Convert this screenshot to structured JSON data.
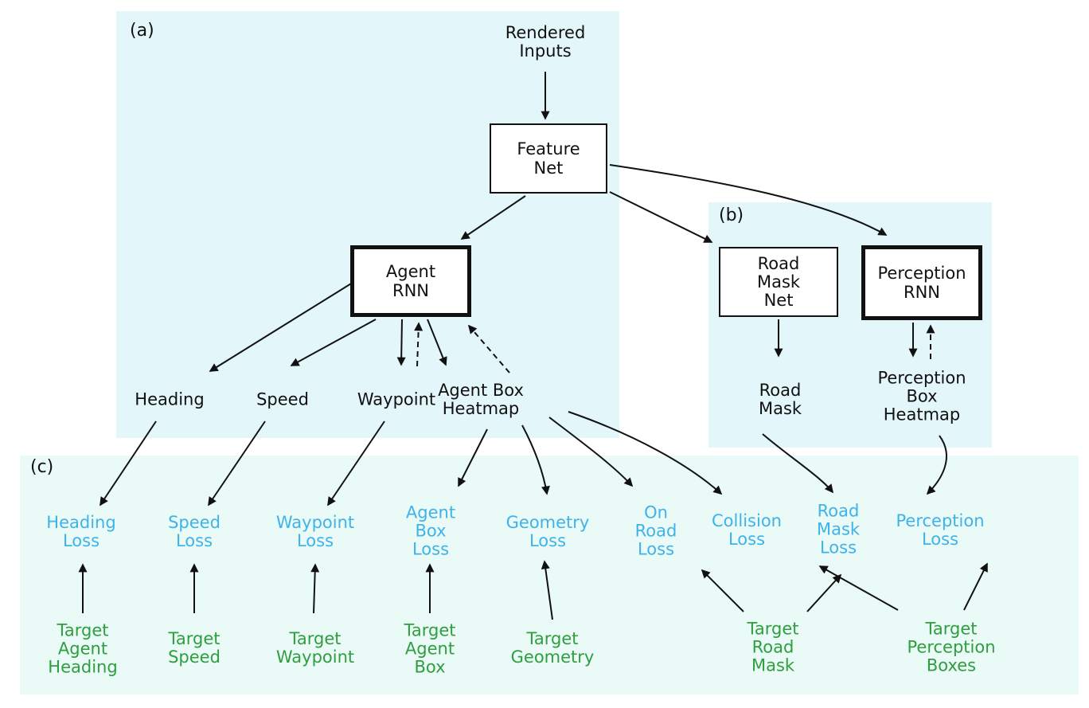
{
  "colors": {
    "panel_ab": "#e3f6fa",
    "panel_c": "#e9faf7",
    "loss_text": "#3fb3e9",
    "target_text": "#2f9e3f",
    "ink": "#111111"
  },
  "panel_labels": {
    "a": "(a)",
    "b": "(b)",
    "c": "(c)"
  },
  "inputs": {
    "rendered_inputs": "Rendered\nInputs"
  },
  "boxes": {
    "feature_net": "Feature\nNet",
    "agent_rnn": "Agent\nRNN",
    "road_mask_net": "Road\nMask\nNet",
    "perception_rnn": "Perception\nRNN"
  },
  "outputs": {
    "heading": "Heading",
    "speed": "Speed",
    "waypoint": "Waypoint",
    "agent_box_heatmap": "Agent Box\nHeatmap",
    "road_mask": "Road\nMask",
    "perception_box_heatmap": "Perception\nBox\nHeatmap"
  },
  "losses": {
    "heading_loss": "Heading\nLoss",
    "speed_loss": "Speed\nLoss",
    "waypoint_loss": "Waypoint\nLoss",
    "agent_box_loss": "Agent\nBox\nLoss",
    "geometry_loss": "Geometry\nLoss",
    "on_road_loss": "On\nRoad\nLoss",
    "collision_loss": "Collision\nLoss",
    "road_mask_loss": "Road\nMask\nLoss",
    "perception_loss": "Perception\nLoss"
  },
  "targets": {
    "target_agent_heading": "Target\nAgent\nHeading",
    "target_speed": "Target\nSpeed",
    "target_waypoint": "Target\nWaypoint",
    "target_agent_box": "Target\nAgent\nBox",
    "target_geometry": "Target\nGeometry",
    "target_road_mask": "Target\nRoad\nMask",
    "target_perception_boxes": "Target\nPerception\nBoxes"
  }
}
